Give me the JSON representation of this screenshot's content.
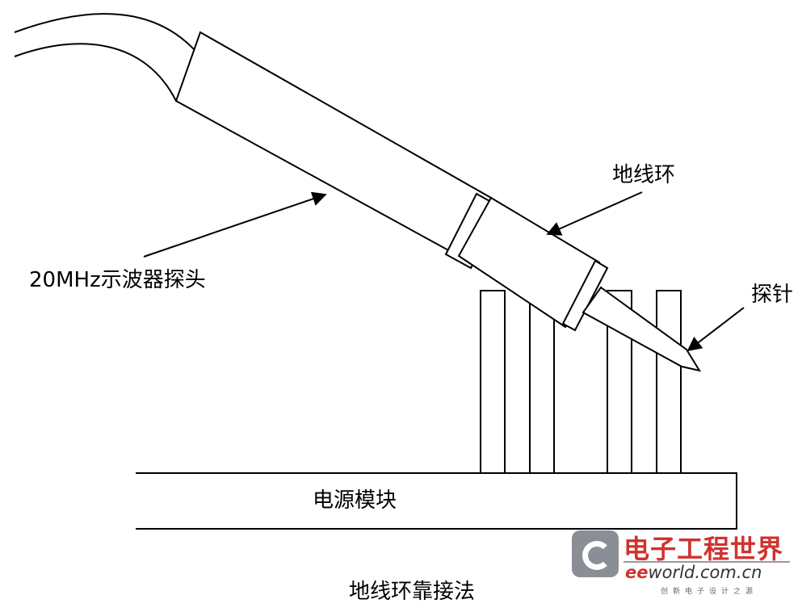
{
  "labels": {
    "probe": "20MHz示波器探头",
    "ground_ring": "地线环",
    "tip": "探针",
    "module": "电源模块",
    "caption": "地线环靠接法"
  },
  "watermark": {
    "cn": "电子工程世界",
    "en_prefix": "ee",
    "en_rest": "world.com.cn",
    "tagline": "创新电子设计之源"
  },
  "colors": {
    "line": "#000000",
    "logo_red": "#d0322f"
  }
}
